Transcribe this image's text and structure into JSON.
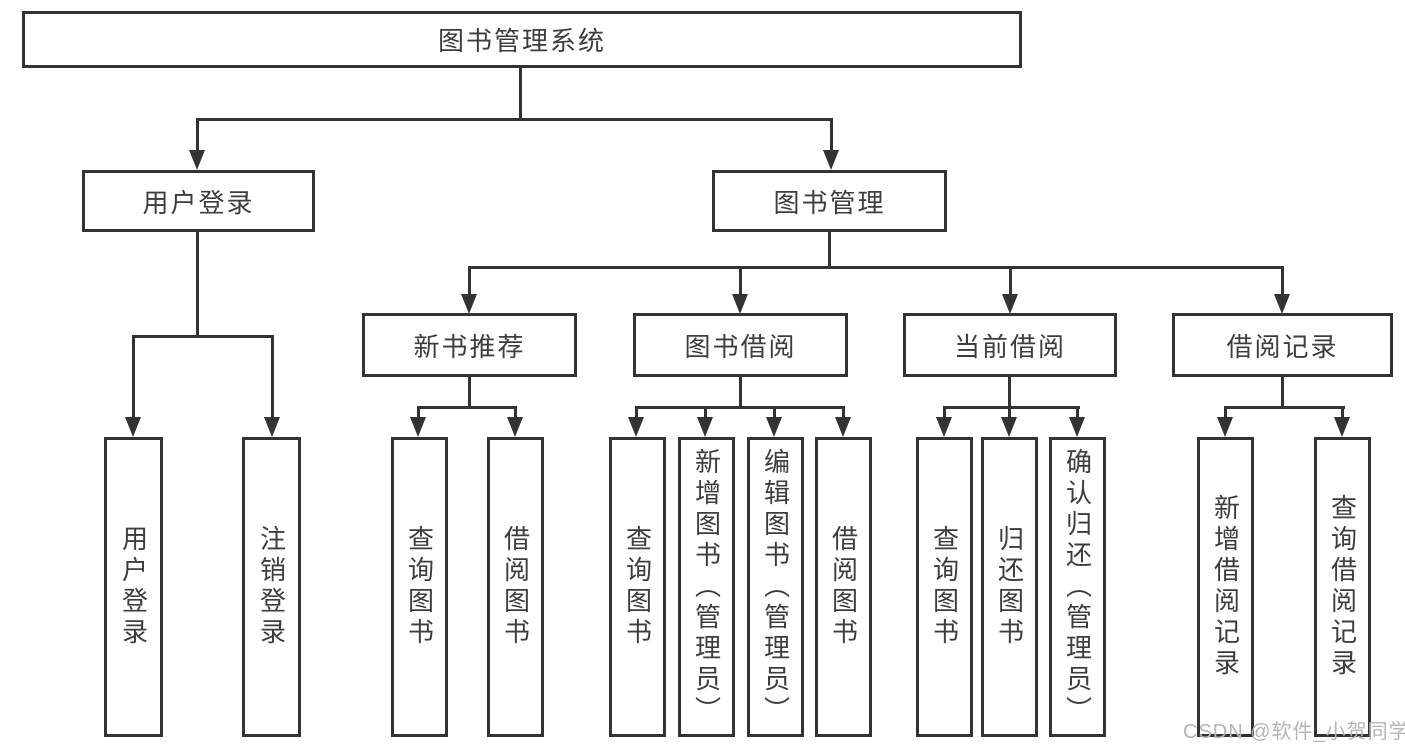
{
  "watermark": "CSDN @软件_小贺同学",
  "colors": {
    "line": "#333333",
    "text": "#3d3d3d",
    "watermark_text": "#b5b5b5",
    "background": "#ffffff"
  },
  "tree": {
    "root": {
      "label": "图书管理系统"
    },
    "branches": [
      {
        "label": "用户登录",
        "children": [
          {
            "label": "用户登录"
          },
          {
            "label": "注销登录"
          }
        ]
      },
      {
        "label": "图书管理",
        "children": [
          {
            "label": "新书推荐",
            "children": [
              {
                "label": "查询图书"
              },
              {
                "label": "借阅图书"
              }
            ]
          },
          {
            "label": "图书借阅",
            "children": [
              {
                "label": "查询图书"
              },
              {
                "label": "新增图书（管理员）"
              },
              {
                "label": "编辑图书（管理员）"
              },
              {
                "label": "借阅图书"
              }
            ]
          },
          {
            "label": "当前借阅",
            "children": [
              {
                "label": "查询图书"
              },
              {
                "label": "归还图书"
              },
              {
                "label": "确认归还（管理员）"
              }
            ]
          },
          {
            "label": "借阅记录",
            "children": [
              {
                "label": "新增借阅记录"
              },
              {
                "label": "查询借阅记录"
              }
            ]
          }
        ]
      }
    ]
  }
}
